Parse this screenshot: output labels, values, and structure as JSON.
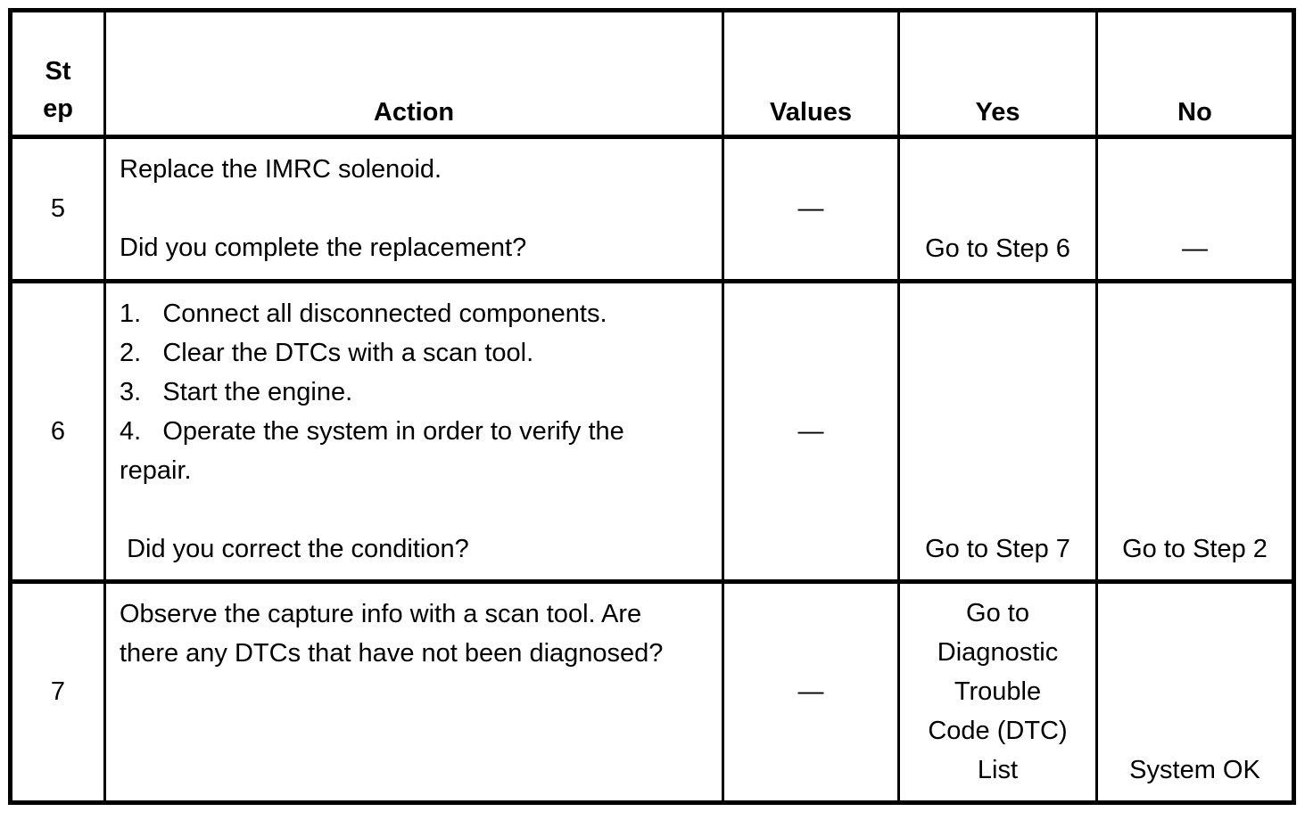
{
  "table": {
    "headers": {
      "step": [
        "St",
        "ep"
      ],
      "action": "Action",
      "values": "Values",
      "yes": "Yes",
      "no": "No"
    },
    "rows": [
      {
        "step": "5",
        "action": [
          "Replace the IMRC solenoid.",
          "",
          "Did you complete the replacement?"
        ],
        "values": "—",
        "yes": [
          "Go to Step 6"
        ],
        "no": [
          "—"
        ]
      },
      {
        "step": "6",
        "action": [
          "1.   Connect all disconnected components.",
          "2.   Clear the DTCs with a scan tool.",
          "3.   Start the engine.",
          "4.   Operate the system in order to verify the",
          "repair.",
          "",
          " Did you correct the condition?"
        ],
        "values": "—",
        "yes": [
          "Go to Step 7"
        ],
        "no": [
          "Go to Step 2"
        ]
      },
      {
        "step": "7",
        "action": [
          "Observe the capture info with a scan tool. Are",
          "there any DTCs that have not been diagnosed?"
        ],
        "values": "—",
        "yes": [
          "Go to",
          "Diagnostic",
          "Trouble",
          "Code (DTC)",
          "List"
        ],
        "no": [
          "System OK"
        ]
      }
    ]
  }
}
